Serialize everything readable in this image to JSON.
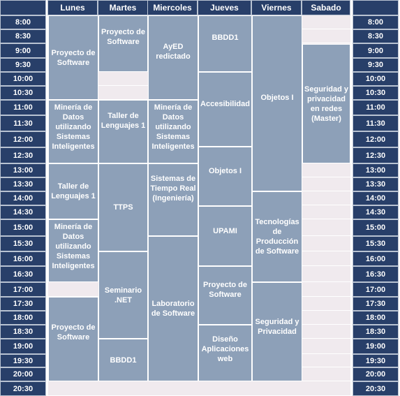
{
  "header": {
    "days": [
      "Lunes",
      "Martes",
      "Miercoles",
      "Jueves",
      "Viernes",
      "Sabado"
    ]
  },
  "times": [
    "8:00",
    "8:30",
    "9:00",
    "9:30",
    "10:00",
    "10:30",
    "11:00",
    "11:30",
    "12:00",
    "12:30",
    "13:00",
    "13:30",
    "14:00",
    "14:30",
    "15:00",
    "15:30",
    "16:00",
    "16:30",
    "17:00",
    "17:30",
    "18:00",
    "18:30",
    "19:00",
    "19:30",
    "20:00",
    "20:30"
  ],
  "blocks": {
    "lun_ps": "Proyecto de Software",
    "lun_mineria1": "Minería de Datos utilizando Sistemas Inteligentes",
    "lun_taller": "Taller de Lenguajes 1",
    "lun_mineria2": "Minería de Datos utilizando Sistemas Inteligentes",
    "lun_ps2": "Proyecto de Software",
    "mar_ps": "Proyecto de Software",
    "mar_taller": "Taller de Lenguajes 1",
    "mar_ttps": "TTPS",
    "mar_net": "Seminario .NET",
    "mar_bbdd": "BBDD1",
    "mie_ayed": "AyED redictado",
    "mie_mineria": "Minería de Datos utilizando Sistemas Inteligentes",
    "mie_str": "Sistemas de Tiempo Real (Ingeniería)",
    "mie_lab": "Laboratorio de Software",
    "jue_bbdd": "BBDD1",
    "jue_acc": "Accesibilidad",
    "jue_obj": "Objetos I",
    "jue_upami": "UPAMI",
    "jue_ps": "Proyecto de Software",
    "jue_dis": "Diseño Aplicaciones web",
    "vie_obj": "Objetos I",
    "vie_tps": "Tecnologías de Producción de Software",
    "vie_seg": "Seguridad y Privacidad",
    "sab_seg": "Seguridad y privacidad en redes (Master)"
  },
  "colors": {
    "time_bg": "#283f69",
    "block_bg": "#8da0b8",
    "empty_bg": "#f0eaee"
  }
}
